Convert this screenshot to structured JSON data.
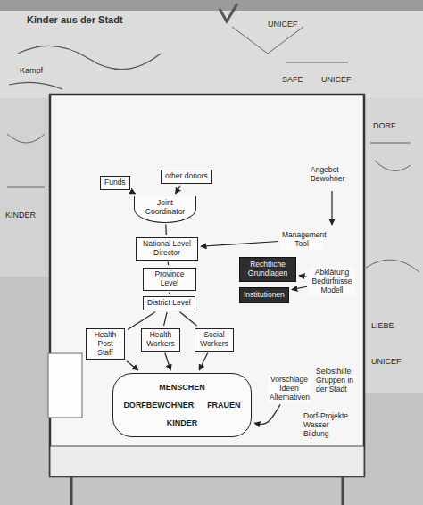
{
  "diagram": {
    "nodes": [
      {
        "text": [
          "Funds"
        ]
      },
      {
        "text": [
          "other donors"
        ]
      },
      {
        "text": [
          "Joint Coordinator"
        ]
      },
      {
        "text": [
          "National Level Director"
        ]
      },
      {
        "text": [
          "Province Level"
        ]
      },
      {
        "text": [
          "District Level"
        ]
      },
      {
        "text": [
          "Management Tool"
        ]
      },
      {
        "text": [
          "Rechtliche Grundlagen"
        ]
      },
      {
        "text": [
          "Institutionen"
        ]
      },
      {
        "text": [
          "Abklärung Bedürfnisse Modell"
        ]
      },
      {
        "text": [
          "Health Post Staff"
        ]
      },
      {
        "text": [
          "Health Workers"
        ]
      },
      {
        "text": [
          "Social Workers"
        ]
      },
      {
        "text": [
          "MENSCHEN",
          "DORFBEWOHNER",
          "FRAUEN",
          "KINDER"
        ]
      },
      {
        "text": [
          "Vorschläge Ideen Alternativen"
        ]
      }
    ],
    "edges": [
      {
        "from": 0,
        "to": 2,
        "arrow": "to"
      },
      {
        "from": 1,
        "to": 2,
        "arrow": "to"
      },
      {
        "from": 2,
        "to": 3,
        "arrow": "none"
      },
      {
        "from": 6,
        "to": 3,
        "arrow": "to"
      },
      {
        "from": 3,
        "to": 4,
        "arrow": "none"
      },
      {
        "from": 9,
        "to": 7,
        "arrow": "to"
      },
      {
        "from": 9,
        "to": 8,
        "arrow": "to"
      },
      {
        "from": 4,
        "to": 5,
        "arrow": "none"
      },
      {
        "from": 5,
        "to": 10,
        "arrow": "none"
      },
      {
        "from": 5,
        "to": 11,
        "arrow": "none"
      },
      {
        "from": 5,
        "to": 12,
        "arrow": "none"
      },
      {
        "from": 10,
        "to": 13,
        "arrow": "to"
      },
      {
        "from": 11,
        "to": 13,
        "arrow": "to"
      },
      {
        "from": 12,
        "to": 13,
        "arrow": "to"
      },
      {
        "from": 14,
        "to": 13,
        "arrow": "to"
      }
    ],
    "labels": [
      "Kinder aus der Stadt",
      "Kampf",
      "UNICEF",
      "SAFE",
      "UNICEF",
      "DORF",
      "KINDER",
      "LIEBE",
      "UNICEF",
      "Angebot Bewohner",
      "Selbsthilfe Gruppen in der Stadt",
      "Dorf-Projekte Wasser Bildung"
    ]
  }
}
